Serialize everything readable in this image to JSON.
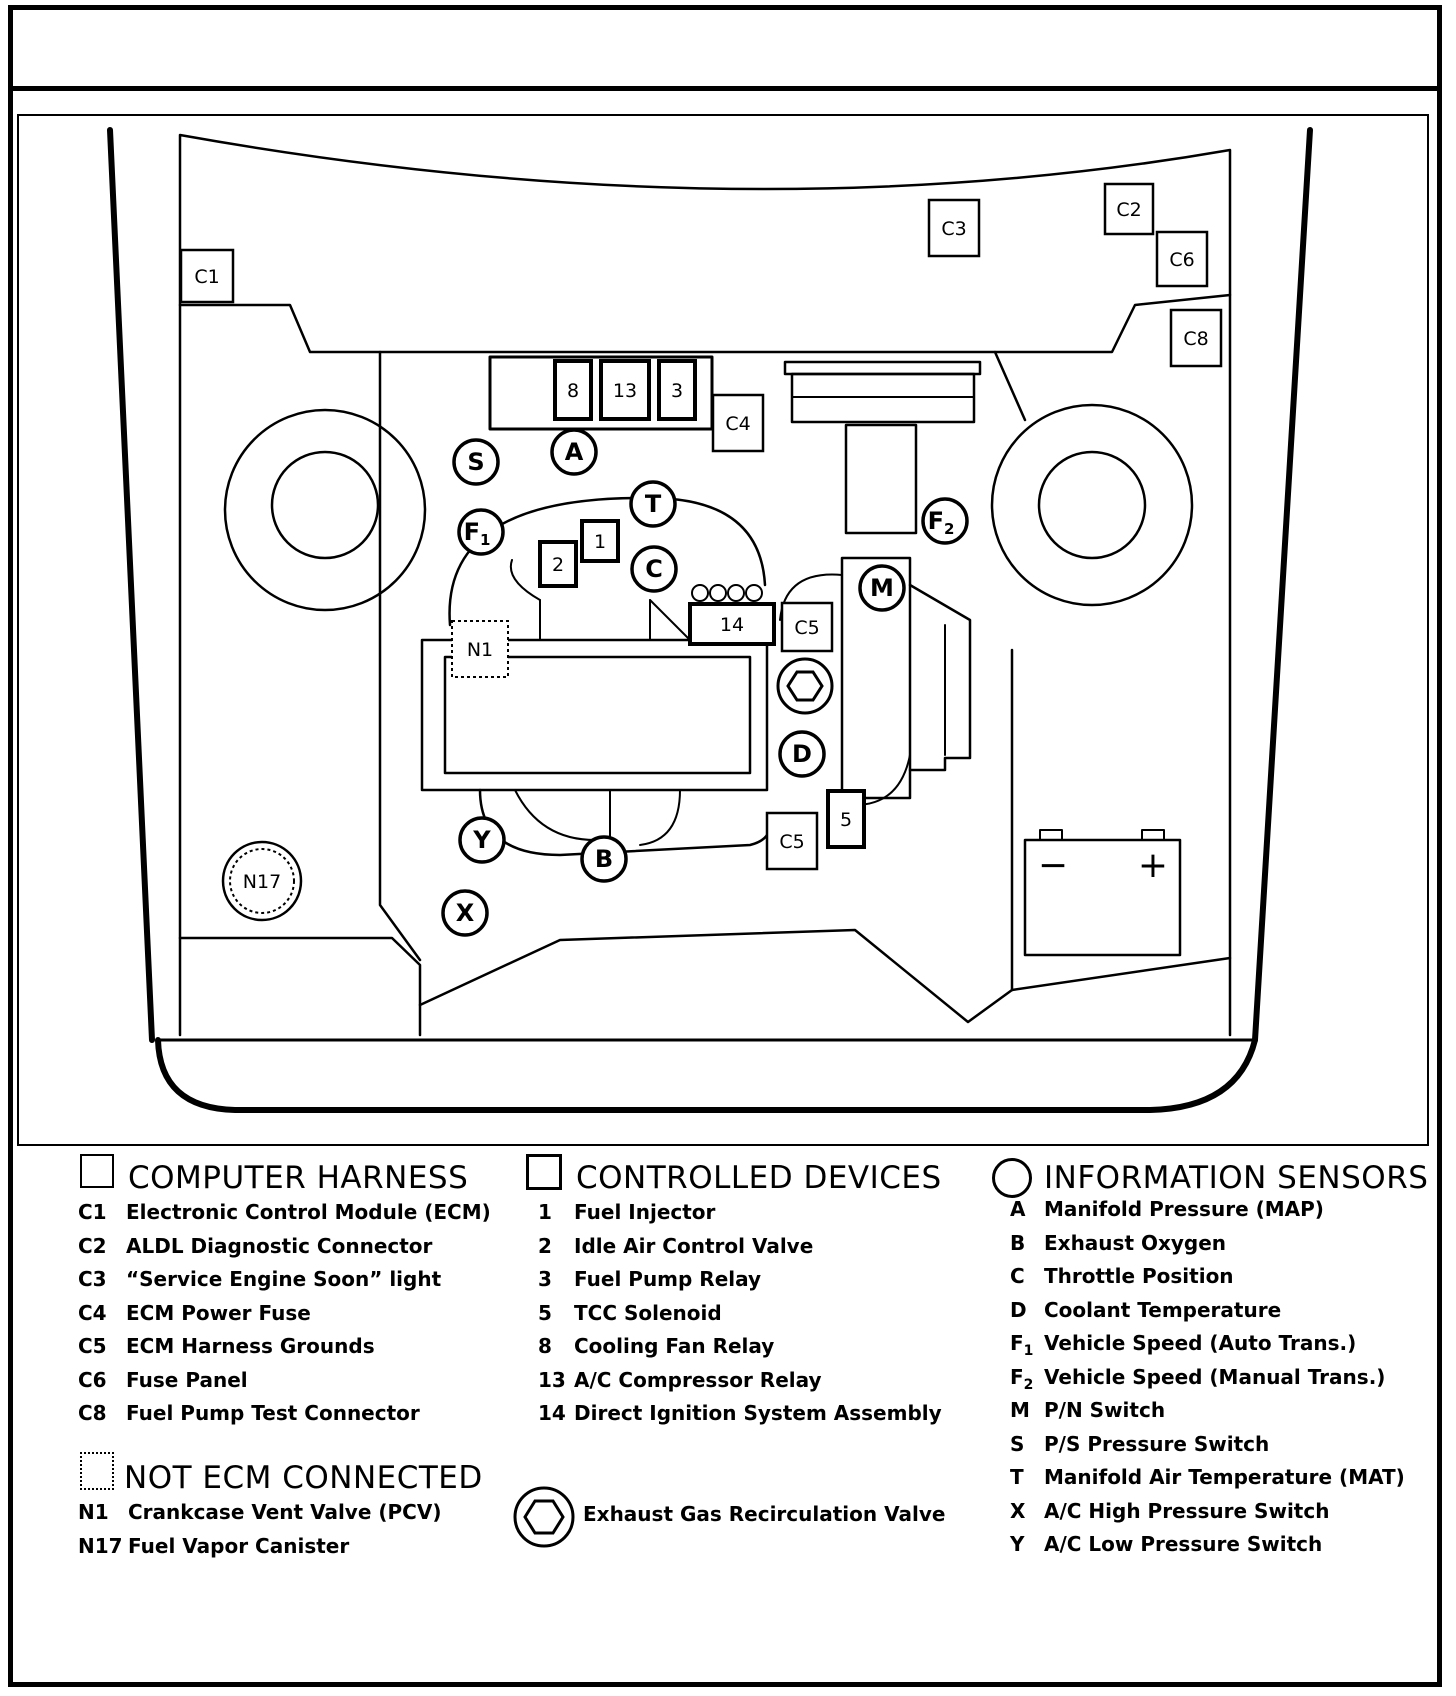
{
  "diagram": {
    "computer_harness_boxes": [
      {
        "id": "C1",
        "label": "C1"
      },
      {
        "id": "C2",
        "label": "C2"
      },
      {
        "id": "C3",
        "label": "C3"
      },
      {
        "id": "C4",
        "label": "C4"
      },
      {
        "id": "C5a",
        "label": "C5"
      },
      {
        "id": "C5b",
        "label": "C5"
      },
      {
        "id": "C6",
        "label": "C6"
      },
      {
        "id": "C8",
        "label": "C8"
      }
    ],
    "controlled_device_boxes": [
      {
        "id": "D1",
        "label": "1"
      },
      {
        "id": "D2",
        "label": "2"
      },
      {
        "id": "D3",
        "label": "3"
      },
      {
        "id": "D5",
        "label": "5"
      },
      {
        "id": "D8",
        "label": "8"
      },
      {
        "id": "D13",
        "label": "13"
      },
      {
        "id": "D14",
        "label": "14"
      }
    ],
    "sensor_circles": [
      {
        "id": "S",
        "label": "S"
      },
      {
        "id": "A",
        "label": "A"
      },
      {
        "id": "T",
        "label": "T"
      },
      {
        "id": "F1",
        "label": "F",
        "sub": "1"
      },
      {
        "id": "F2",
        "label": "F",
        "sub": "2"
      },
      {
        "id": "C",
        "label": "C"
      },
      {
        "id": "M",
        "label": "M"
      },
      {
        "id": "D",
        "label": "D"
      },
      {
        "id": "Y",
        "label": "Y"
      },
      {
        "id": "B",
        "label": "B"
      },
      {
        "id": "X",
        "label": "X"
      }
    ],
    "not_ecm": [
      {
        "id": "N1",
        "label": "N1"
      },
      {
        "id": "N17",
        "label": "N17"
      }
    ],
    "battery": {
      "minus": "−",
      "plus": "+"
    }
  },
  "legend": {
    "computer_harness": {
      "title": "COMPUTER HARNESS",
      "items": [
        {
          "code": "C1",
          "text": "Electronic Control Module (ECM)"
        },
        {
          "code": "C2",
          "text": "ALDL Diagnostic  Connector"
        },
        {
          "code": "C3",
          "text": "“Service Engine Soon” light"
        },
        {
          "code": "C4",
          "text": "ECM Power Fuse"
        },
        {
          "code": "C5",
          "text": "ECM Harness Grounds"
        },
        {
          "code": "C6",
          "text": "Fuse Panel"
        },
        {
          "code": "C8",
          "text": "Fuel Pump Test Connector"
        }
      ]
    },
    "not_ecm": {
      "title": "NOT ECM CONNECTED",
      "items": [
        {
          "code": "N1",
          "text": "Crankcase Vent Valve (PCV)"
        },
        {
          "code": "N17",
          "text": "Fuel Vapor Canister"
        }
      ]
    },
    "controlled_devices": {
      "title": "CONTROLLED DEVICES",
      "items": [
        {
          "code": "1",
          "text": "Fuel Injector"
        },
        {
          "code": "2",
          "text": "Idle Air Control Valve"
        },
        {
          "code": "3",
          "text": "Fuel Pump Relay"
        },
        {
          "code": "5",
          "text": "TCC Solenoid"
        },
        {
          "code": "8",
          "text": "Cooling Fan Relay"
        },
        {
          "code": "13",
          "text": "A/C Compressor Relay"
        },
        {
          "code": "14",
          "text": "Direct Ignition System Assembly"
        }
      ],
      "egr": "Exhaust Gas Recirculation Valve"
    },
    "information_sensors": {
      "title": "INFORMATION SENSORS",
      "items": [
        {
          "code": "A",
          "sub": "",
          "text": "Manifold Pressure  (MAP)"
        },
        {
          "code": "B",
          "sub": "",
          "text": "Exhaust Oxygen"
        },
        {
          "code": "C",
          "sub": "",
          "text": "Throttle Position"
        },
        {
          "code": "D",
          "sub": "",
          "text": "Coolant Temperature"
        },
        {
          "code": "F",
          "sub": "1",
          "text": "Vehicle Speed (Auto Trans.)"
        },
        {
          "code": "F",
          "sub": "2",
          "text": "Vehicle Speed (Manual Trans.)"
        },
        {
          "code": "M",
          "sub": "",
          "text": "P/N Switch"
        },
        {
          "code": "S",
          "sub": "",
          "text": "P/S Pressure Switch"
        },
        {
          "code": "T",
          "sub": "",
          "text": "Manifold  Air Temperature (MAT)"
        },
        {
          "code": "X",
          "sub": "",
          "text": "A/C  High Pressure Switch"
        },
        {
          "code": "Y",
          "sub": "",
          "text": "A/C Low Pressure Switch"
        }
      ]
    }
  }
}
